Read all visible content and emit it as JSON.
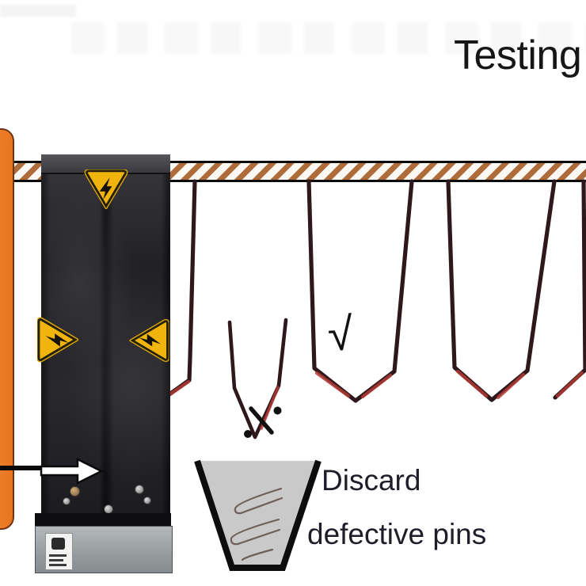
{
  "title": "Testing",
  "caption": {
    "line1": "Discard",
    "line2": "defective pins"
  },
  "icons": {
    "check_mark": "√",
    "reject_mark": "⁒",
    "warning_triangle": "high-voltage lightning bolt"
  },
  "colors": {
    "accent_orange": "#E8741F",
    "rail_stripe": "#AD6C3A",
    "pin_dark": "#2E181C",
    "pin_red_tip": "#B23A33",
    "warning_yellow": "#F0B40C",
    "machine_black": "#222126",
    "base_gray": "#9B9FA2",
    "bucket_gray": "#C9C9C9",
    "text_dark": "#1E1E2A"
  },
  "scene": {
    "machine": "pin testing tower with high-voltage warning stickers",
    "hanging_pins": 4,
    "falling_defective_pins": 1,
    "warning_triangles": 3
  }
}
